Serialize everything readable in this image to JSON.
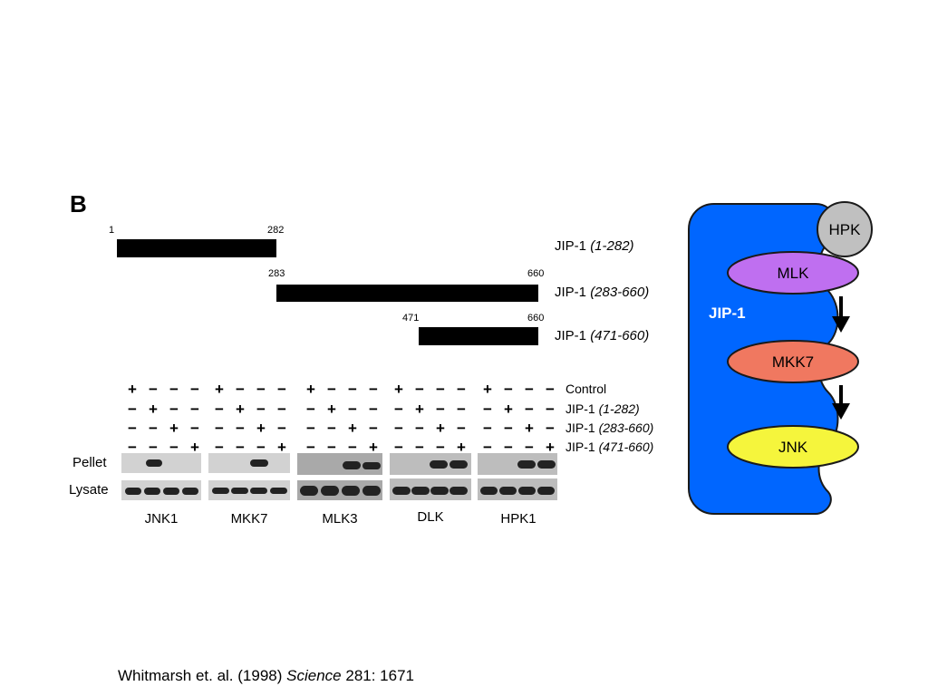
{
  "panel_letter": "B",
  "constructs": [
    {
      "start": "1",
      "end": "282",
      "name": "JIP-1",
      "range": "(1-282)"
    },
    {
      "start": "283",
      "end": "660",
      "name": "JIP-1",
      "range": "(283-660)"
    },
    {
      "start": "471",
      "end": "660",
      "name": "JIP-1",
      "range": "(471-660)"
    }
  ],
  "treatments": [
    {
      "name": "Control",
      "range": "",
      "signs": [
        "+",
        "−",
        "−",
        "−"
      ]
    },
    {
      "name": "JIP-1",
      "range": "(1-282)",
      "signs": [
        "−",
        "+",
        "−",
        "−"
      ]
    },
    {
      "name": "JIP-1",
      "range": "(283-660)",
      "signs": [
        "−",
        "−",
        "+",
        "−"
      ]
    },
    {
      "name": "JIP-1",
      "range": "(471-660)",
      "signs": [
        "−",
        "−",
        "−",
        "+"
      ]
    }
  ],
  "row_labels": {
    "pellet": "Pellet",
    "lysate": "Lysate"
  },
  "kinases": [
    "JNK1",
    "MKK7",
    "MLK3",
    "DLK",
    "HPK1"
  ],
  "schematic": {
    "scaffold": "JIP-1",
    "hpk": "HPK",
    "mlk": "MLK",
    "mkk7": "MKK7",
    "jnk": "JNK",
    "colors": {
      "scaffold": "#0066ff",
      "hpk": "#c0c0c0",
      "mlk": "#bf6ff0",
      "mkk7": "#f07860",
      "jnk": "#f5f53c"
    }
  },
  "citation": {
    "authors": "Whitmarsh et. al. (1998)",
    "journal": "Science",
    "ref": "281: 1671"
  }
}
